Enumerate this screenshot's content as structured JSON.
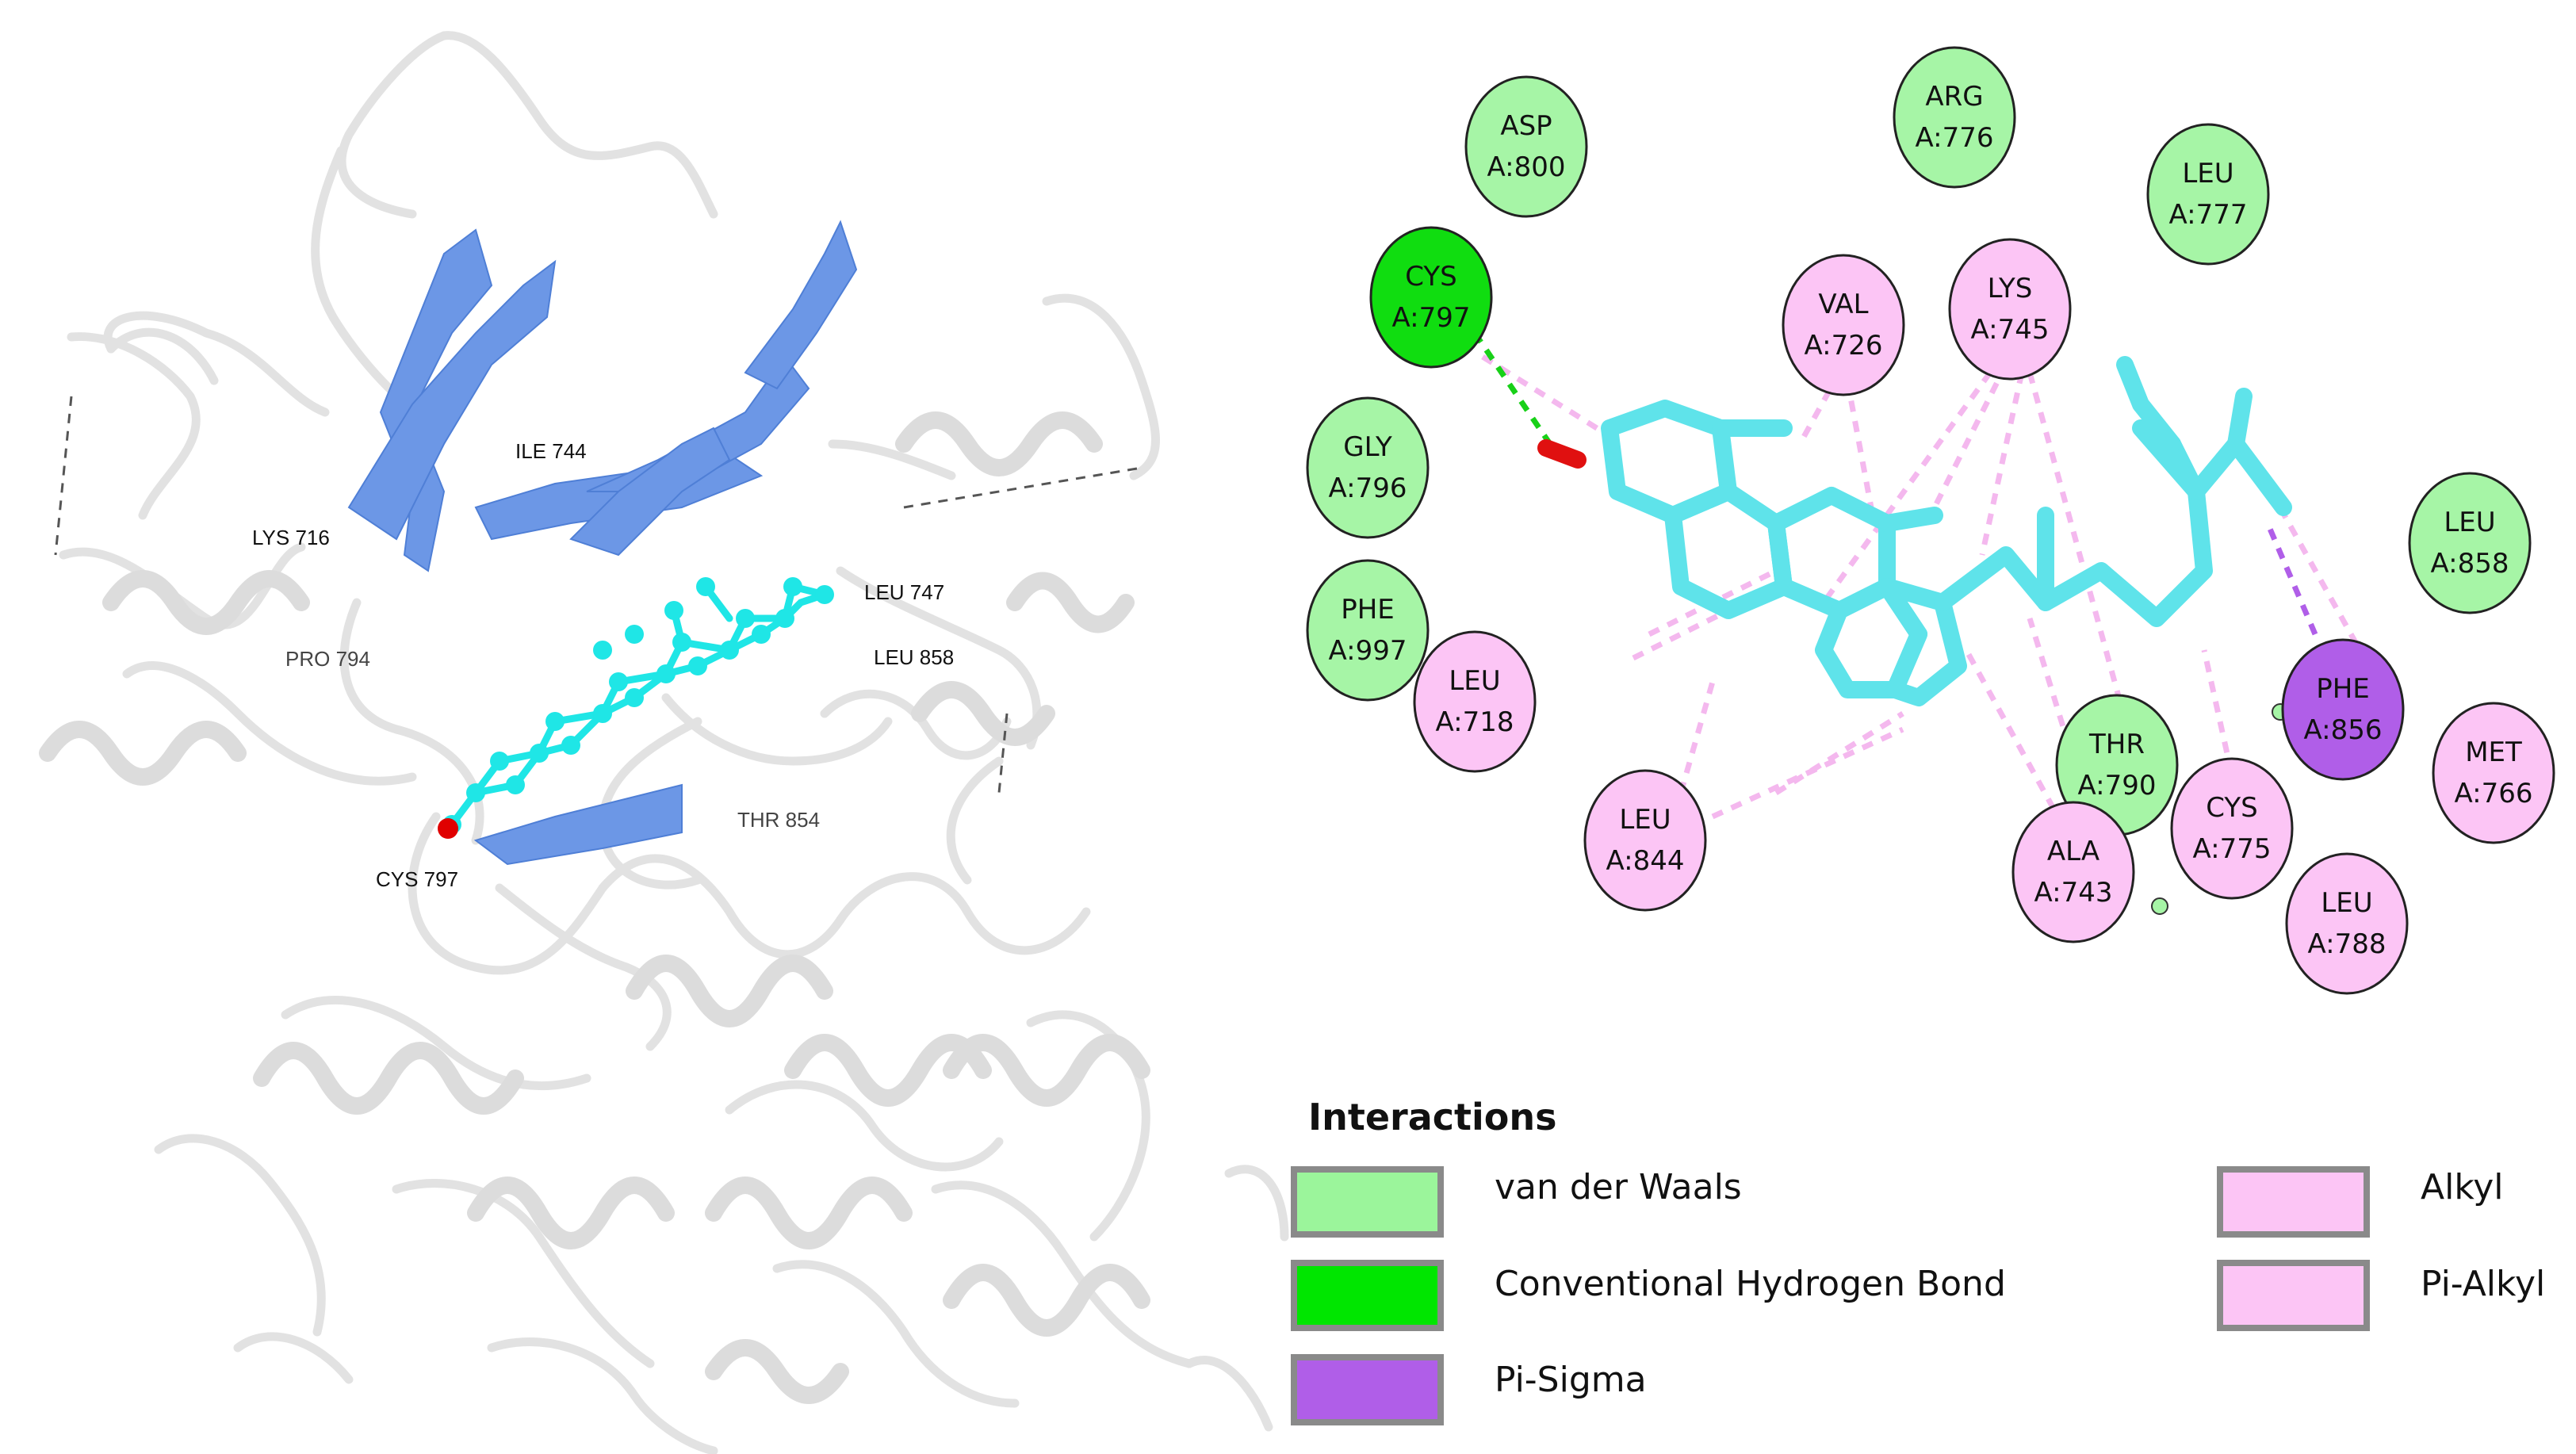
{
  "structure_labels": {
    "ile744": "ILE 744",
    "lys716": "LYS 716",
    "leu747": "LEU 747",
    "pro794": "PRO 794",
    "leu858": "LEU 858",
    "thr854": "THR 854",
    "cys797": "CYS 797"
  },
  "residues": [
    {
      "id": "asp800",
      "name": "ASP",
      "num": "A:800",
      "type": "vdw"
    },
    {
      "id": "arg776",
      "name": "ARG",
      "num": "A:776",
      "type": "vdw"
    },
    {
      "id": "leu777",
      "name": "LEU",
      "num": "A:777",
      "type": "vdw"
    },
    {
      "id": "cys797",
      "name": "CYS",
      "num": "A:797",
      "type": "hbond"
    },
    {
      "id": "val726",
      "name": "VAL",
      "num": "A:726",
      "type": "alkyl"
    },
    {
      "id": "lys745",
      "name": "LYS",
      "num": "A:745",
      "type": "alkyl"
    },
    {
      "id": "gly796",
      "name": "GLY",
      "num": "A:796",
      "type": "vdw"
    },
    {
      "id": "leu858",
      "name": "LEU",
      "num": "A:858",
      "type": "vdw"
    },
    {
      "id": "phe997",
      "name": "PHE",
      "num": "A:997",
      "type": "vdw"
    },
    {
      "id": "leu718",
      "name": "LEU",
      "num": "A:718",
      "type": "alkyl"
    },
    {
      "id": "phe856",
      "name": "PHE",
      "num": "A:856",
      "type": "pisigma"
    },
    {
      "id": "thr790",
      "name": "THR",
      "num": "A:790",
      "type": "vdw"
    },
    {
      "id": "met766",
      "name": "MET",
      "num": "A:766",
      "type": "alkyl"
    },
    {
      "id": "leu844",
      "name": "LEU",
      "num": "A:844",
      "type": "alkyl"
    },
    {
      "id": "cys775",
      "name": "CYS",
      "num": "A:775",
      "type": "alkyl"
    },
    {
      "id": "ala743",
      "name": "ALA",
      "num": "A:743",
      "type": "alkyl"
    },
    {
      "id": "leu788",
      "name": "LEU",
      "num": "A:788",
      "type": "alkyl"
    }
  ],
  "legend": {
    "title": "Interactions",
    "items": [
      {
        "id": "vdw",
        "label": "van der Waals",
        "color": "#9bf59b"
      },
      {
        "id": "hbond",
        "label": "Conventional Hydrogen Bond",
        "color": "#00e600"
      },
      {
        "id": "pisigma",
        "label": "Pi-Sigma",
        "color": "#b05ee8"
      },
      {
        "id": "alkyl",
        "label": "Alkyl",
        "color": "#fcc5f5"
      },
      {
        "id": "pialkyl",
        "label": "Pi-Alkyl",
        "color": "#fcc5f5"
      }
    ]
  },
  "colors": {
    "vdw": "#a6f5a6",
    "hbond": "#10dd10",
    "pisigma": "#b05ee8",
    "alkyl": "#fcc5f5",
    "ribbon": "#e6e6e6",
    "sheet": "#6c97e6",
    "ligand": "#5fe3ea",
    "ball_ligand": "#1fe6e6",
    "oxygen": "#e00000"
  }
}
